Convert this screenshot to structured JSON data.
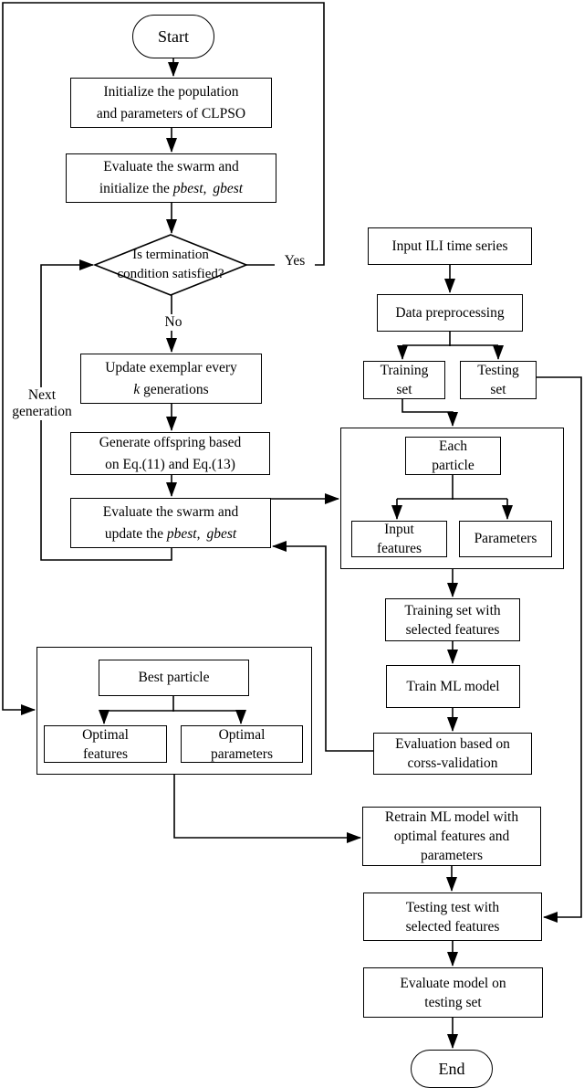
{
  "flowchart": {
    "nodes": {
      "start": {
        "label": "Start"
      },
      "initialize": {
        "l1": "Initialize the population",
        "l2": "and parameters of CLPSO"
      },
      "evaluate_init": {
        "l1": "Evaluate the swarm and",
        "l2_pre": "initialize the ",
        "pbest": "pbest",
        "comma": ",",
        "gbest": "gbest"
      },
      "termination": {
        "l1": "Is termination",
        "l2": "condition satisfied?"
      },
      "update_exemplar": {
        "l1": "Update exemplar every",
        "k": "k",
        "l2_rest": " generations"
      },
      "generate_offspring": {
        "l1": "Generate offspring based",
        "l2": "on Eq.(11) and Eq.(13)"
      },
      "evaluate_update": {
        "l1": "Evaluate the swarm and",
        "l2_pre": "update the ",
        "pbest": "pbest",
        "comma": ",",
        "gbest": "gbest"
      },
      "input_ili": {
        "label": "Input ILI time series"
      },
      "data_preprocessing": {
        "label": "Data preprocessing"
      },
      "training_set": {
        "l1": "Training",
        "l2": "set"
      },
      "testing_set": {
        "l1": "Testing",
        "l2": "set"
      },
      "each_particle": {
        "l1": "Each",
        "l2": "particle"
      },
      "input_features": {
        "l1": "Input",
        "l2": "features"
      },
      "parameters": {
        "label": "Parameters"
      },
      "training_selected": {
        "l1": "Training set with",
        "l2": "selected features"
      },
      "train_ml": {
        "label": "Train ML model"
      },
      "evaluation_cv": {
        "l1": "Evaluation based on",
        "l2": "corss-validation"
      },
      "best_particle": {
        "label": "Best particle"
      },
      "optimal_features": {
        "l1": "Optimal",
        "l2": "features"
      },
      "optimal_parameters": {
        "l1": "Optimal",
        "l2": "parameters"
      },
      "retrain": {
        "l1": "Retrain ML model with",
        "l2": "optimal features and",
        "l3": "parameters"
      },
      "testing_test": {
        "l1": "Testing test with",
        "l2": "selected features"
      },
      "evaluate_model": {
        "l1": "Evaluate model on",
        "l2": "testing set"
      },
      "end": {
        "label": "End"
      }
    },
    "edge_labels": {
      "yes": "Yes",
      "no": "No",
      "next1": "Next",
      "next2": "generation"
    },
    "colors": {
      "line": "#000000",
      "background": "#ffffff"
    }
  }
}
